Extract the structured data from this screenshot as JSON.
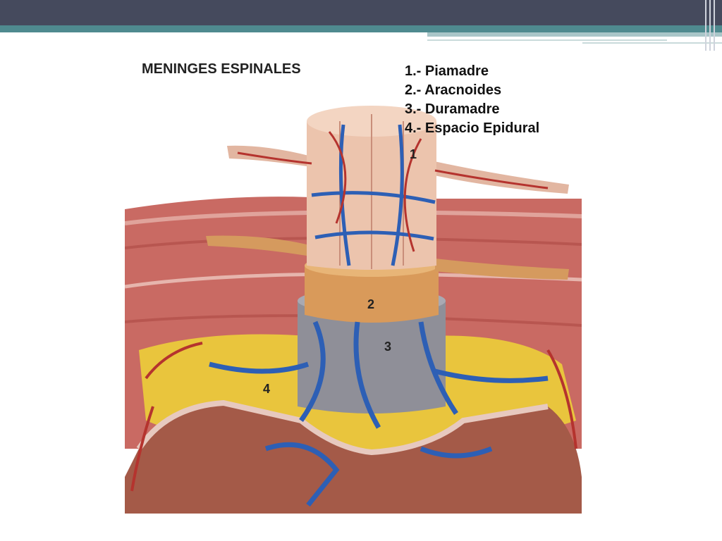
{
  "slide": {
    "colors": {
      "header": "#454a5d",
      "accent": "#4f8a8f",
      "accent_light": "#a9c6c8"
    }
  },
  "figure": {
    "title": "MENINGES ESPINALES",
    "legend": [
      "1.- Piamadre",
      "2.- Aracnoides",
      "3.- Duramadre",
      "4.- Espacio Epidural"
    ],
    "markers": [
      "1",
      "2",
      "3",
      "4"
    ]
  }
}
